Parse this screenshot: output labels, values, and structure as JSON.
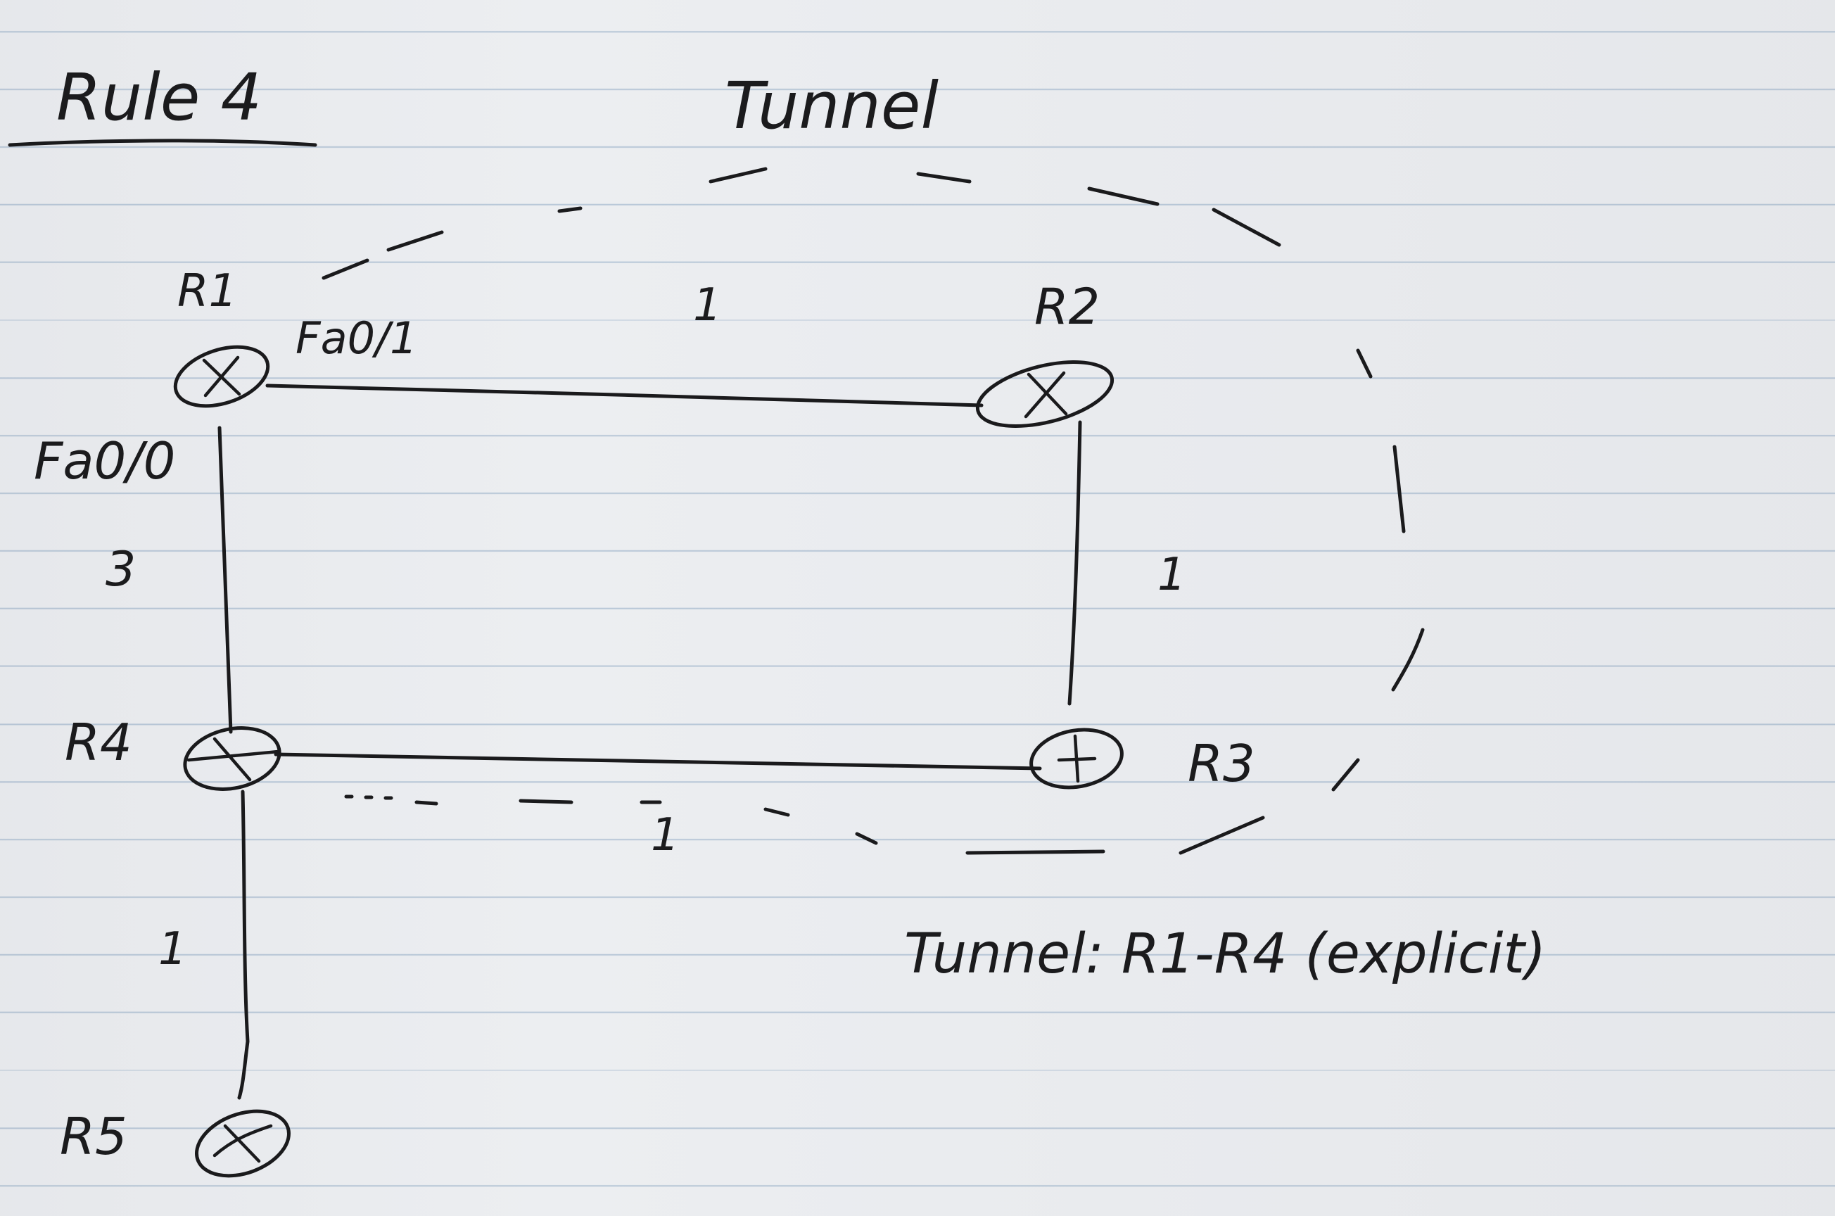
{
  "page_title": "Rule 4",
  "tunnel_title": "Tunnel",
  "tunnel_note": "Tunnel: R1-R4 (explicit)",
  "routers": {
    "r1": "R1",
    "r2": "R2",
    "r3": "R3",
    "r4": "R4",
    "r5": "R5"
  },
  "interfaces": {
    "r1_right": "Fa0/1",
    "r1_down": "Fa0/0"
  },
  "link_costs": {
    "r1_r2": "1",
    "r2_r3": "1",
    "r1_r4": "3",
    "r4_r5": "1",
    "tunnel_bottom": "1"
  },
  "colors": {
    "ink": "#1a1a1c",
    "paper": "#eceef1",
    "rule_line": "#b9c8d8"
  }
}
